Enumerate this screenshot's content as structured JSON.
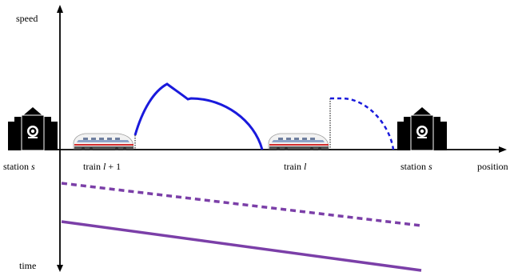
{
  "axes": {
    "speed_label": "speed",
    "position_label": "position",
    "time_label": "time"
  },
  "labels": {
    "station_left": {
      "text": "station ",
      "var": "s"
    },
    "station_right": {
      "text": "station ",
      "var": "s"
    },
    "train_next": {
      "text": "train ",
      "var": "l",
      "suffix": " + 1"
    },
    "train_current": {
      "text": "train ",
      "var": "l"
    }
  },
  "colors": {
    "axis": "#000000",
    "speed_curve": "#1a1adc",
    "time_line": "#7b3fa8",
    "station_fill": "#000000"
  },
  "icons": {
    "station": "railway-station-icon",
    "train": "high-speed-train-icon"
  }
}
